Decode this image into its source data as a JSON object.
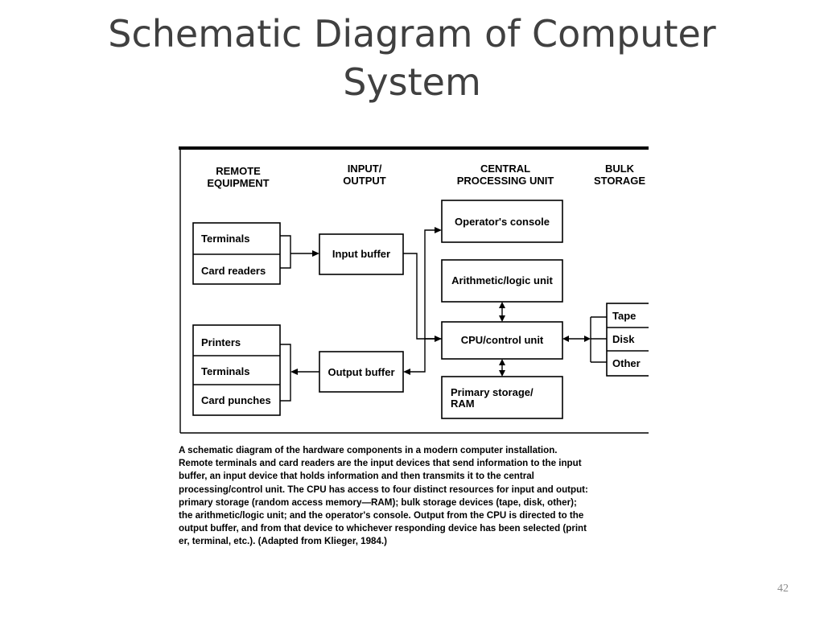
{
  "slide": {
    "title_line1": "Schematic Diagram of Computer",
    "title_line2": "System",
    "page_number": "42"
  },
  "diagram": {
    "headers": {
      "remote_line1": "REMOTE",
      "remote_line2": "EQUIPMENT",
      "io_line1": "INPUT/",
      "io_line2": "OUTPUT",
      "cpu_line1": "CENTRAL",
      "cpu_line2": "PROCESSING UNIT",
      "bulk_line1": "BULK",
      "bulk_line2": "STORAGE"
    },
    "input_devices": [
      "Terminals",
      "Card readers"
    ],
    "output_devices": [
      "Printers",
      "Terminals",
      "Card punches"
    ],
    "input_buffer": "Input buffer",
    "output_buffer": "Output buffer",
    "operator_console": "Operator's console",
    "alu": "Arithmetic/logic unit",
    "cpu": "CPU/control unit",
    "primary_storage_line1": "Primary storage/",
    "primary_storage_line2": "RAM",
    "bulk_devices": [
      "Tape",
      "Disk",
      "Other"
    ]
  },
  "caption": {
    "lines": [
      "A schematic diagram of the hardware components in a modern computer installation.",
      "Remote terminals and card readers are the input devices that send information to the input",
      "buffer, an input device that holds information and then transmits it to the central",
      "processing/control unit. The CPU has access to four distinct resources for input and output:",
      "primary storage (random access memory—RAM); bulk storage devices (tape, disk, other);",
      "the arithmetic/logic unit; and the operator's console. Output from the CPU is directed to the",
      "output buffer, and from that device to whichever responding device has been selected (print",
      "er, terminal, etc.). (Adapted from Klieger, 1984.)"
    ]
  }
}
